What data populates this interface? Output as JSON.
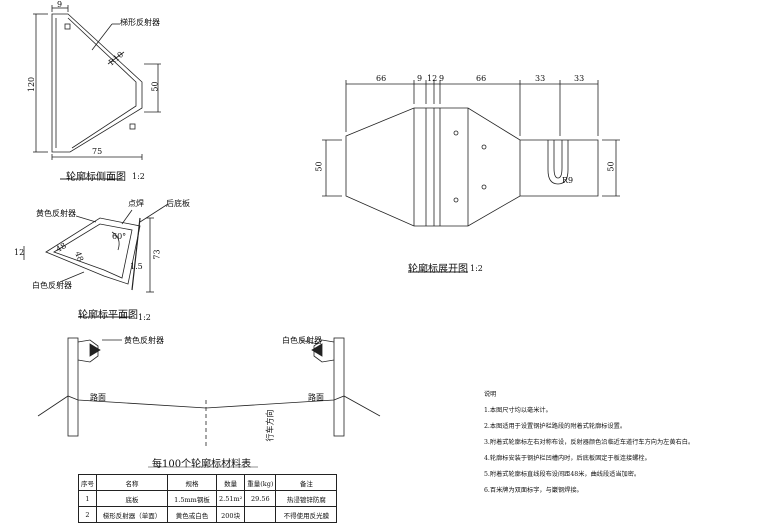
{
  "side_view": {
    "title": "轮廓标侧面图",
    "scale": "1:2",
    "label_reflector": "梯形反射器",
    "dims": {
      "top": "9",
      "height": "120",
      "right": "50",
      "bottom": "75",
      "radius": "R10"
    }
  },
  "plan_view": {
    "title": "轮廓标平面图",
    "scale": "1:2",
    "label_yellow": "黄色反射器",
    "label_white": "白色反射器",
    "label_weld": "点焊",
    "label_backplate": "后底板",
    "dims": {
      "left": "12",
      "mid_a": "48",
      "mid_b": "48",
      "angle": "60°",
      "thickness": "1.5",
      "right": "73"
    }
  },
  "unfold_view": {
    "title": "轮廓标展开图",
    "scale": "1:2",
    "top_dims": [
      "66",
      "9",
      "12",
      "9",
      "66",
      "33",
      "33"
    ],
    "left_dim": "50",
    "right_dim": "50",
    "radius": "R9"
  },
  "install_view": {
    "label_yellow": "黄色反射器",
    "label_white": "白色反射器",
    "road_left": "路面",
    "road_right": "路面",
    "direction": "行车方向"
  },
  "notes": {
    "heading": "说明",
    "items": [
      "1.本图尺寸均以毫米计。",
      "2.本图适用于设置钢护栏路段的附着式轮廓标设置。",
      "3.附着式轮廓标左右对称布设，反射器颜色沿临近车道行车方向为左黄右白。",
      "4.轮廓标安装于钢护栏凹槽内时，后底板固定于板连接螺栓。",
      "5.附着式轮廓标直线段布设间距48米，曲线段适当加密。",
      "6.百米牌为双面标字，与巖钢焊接。"
    ]
  },
  "materials": {
    "title": "每100个轮廓标材料表",
    "headers": [
      "序号",
      "名称",
      "规格",
      "数量",
      "重量(kg)",
      "备注"
    ],
    "rows": [
      [
        "1",
        "底板",
        "1.5mm钢板",
        "2.51m²",
        "29.56",
        "热浸镀锌防腐"
      ],
      [
        "2",
        "梯形反射器（单面）",
        "黄色或白色",
        "200块",
        "",
        "不得使用反光膜"
      ]
    ]
  }
}
